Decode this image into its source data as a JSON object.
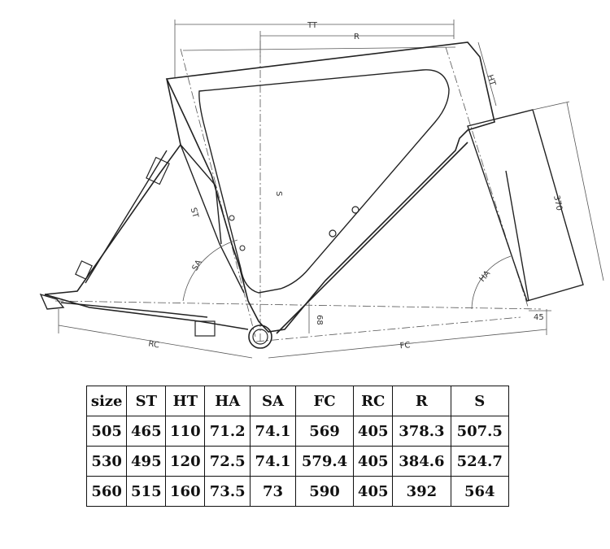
{
  "diagram": {
    "labels": {
      "tt": "TT",
      "r": "R",
      "ht": "HT",
      "s": "S",
      "st": "ST",
      "sa": "SA",
      "ha": "HA",
      "len370": "370",
      "len68": "68",
      "len45": "45",
      "rc": "RC",
      "fc": "FC"
    }
  },
  "table": {
    "headers": [
      "size",
      "ST",
      "HT",
      "HA",
      "SA",
      "FC",
      "RC",
      "R",
      "S"
    ],
    "rows": [
      [
        "505",
        "465",
        "110",
        "71.2",
        "74.1",
        "569",
        "405",
        "378.3",
        "507.5"
      ],
      [
        "530",
        "495",
        "120",
        "72.5",
        "74.1",
        "579.4",
        "405",
        "384.6",
        "524.7"
      ],
      [
        "560",
        "515",
        "160",
        "73.5",
        "73",
        "590",
        "405",
        "392",
        "564"
      ]
    ]
  }
}
